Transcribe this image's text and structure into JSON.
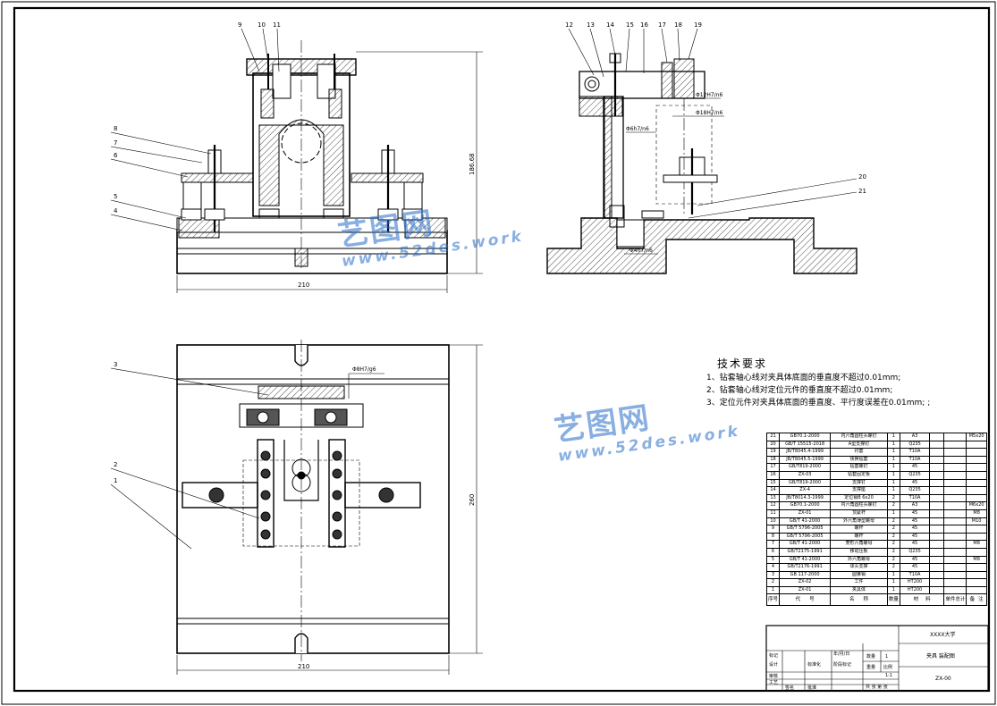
{
  "drawing": {
    "balloons": {
      "front_view": [
        "9",
        "10",
        "11",
        "8",
        "7",
        "6",
        "5",
        "4"
      ],
      "side_view": [
        "12",
        "13",
        "14",
        "15",
        "16",
        "17",
        "18",
        "19",
        "20",
        "21"
      ],
      "top_view": [
        "3",
        "2",
        "1"
      ]
    },
    "dimensions": {
      "front_width": "210",
      "front_height": "186.68",
      "top_width": "210",
      "top_height": "260",
      "fit_12": "Φ12H7/n6",
      "fit_18": "Φ18H7/n6",
      "fit_6": "Φ6h7/n6",
      "fit_4": "Φ4h7/n6",
      "fit_8": "Φ8H7/g6"
    }
  },
  "technical_requirements": {
    "title": "技术要求",
    "items": [
      "1、钻套轴心线对夹具体底面的垂直度不超过0.01mm;",
      "2、钻套轴心线对定位元件的垂直度不超过0.01mm;",
      "3、定位元件对夹具体底面的垂直度、平行度误差在0.01mm; ;"
    ]
  },
  "watermarks": [
    {
      "cn": "艺图网",
      "en": "www.52des.work"
    },
    {
      "cn": "艺图网",
      "en": "www.52des.work"
    }
  ],
  "parts_list": {
    "rows": [
      [
        "21",
        "GB70.1-2000",
        "内六角圆柱头螺钉",
        "1",
        "A3",
        "",
        "M5x20"
      ],
      [
        "20",
        "GB/T 15515-2018",
        "A型支撑钉",
        "1",
        "Q235",
        "",
        ""
      ],
      [
        "19",
        "JB/T8045.4-1999",
        "衬套",
        "1",
        "T10A",
        "",
        ""
      ],
      [
        "18",
        "JB/T8045.5-1999",
        "快换钻套",
        "1",
        "T10A",
        "",
        ""
      ],
      [
        "17",
        "GB/T819-2000",
        "钻套螺钉",
        "1",
        "45",
        "",
        ""
      ],
      [
        "16",
        "ZX-03",
        "钻套固定板",
        "1",
        "Q235",
        "",
        ""
      ],
      [
        "15",
        "GB/T819-2000",
        "支撑钉",
        "1",
        "45",
        "",
        ""
      ],
      [
        "14",
        "ZX-4",
        "支撑座",
        "1",
        "Q235",
        "",
        ""
      ],
      [
        "13",
        "JB/T8014.3-1999",
        "定位销B 6x20",
        "2",
        "T10A",
        "",
        ""
      ],
      [
        "12",
        "GB70.1-2000",
        "内六角圆柱头螺钉",
        "2",
        "A3",
        "",
        "M6x20"
      ],
      [
        "11",
        "ZX-01",
        "顶紧杆",
        "1",
        "45",
        "",
        "M8"
      ],
      [
        "10",
        "GB/T 41-2000",
        "外六角薄型螺母",
        "2",
        "45",
        "",
        "M10"
      ],
      [
        "9",
        "GB/T 5796-2005",
        "螺杆",
        "2",
        "45",
        "",
        ""
      ],
      [
        "8",
        "GB/T 5796-2005",
        "螺杆",
        "2",
        "45",
        "",
        ""
      ],
      [
        "7",
        "GB/T 41-2000",
        "菱形六角螺母",
        "2",
        "45",
        "",
        "M8"
      ],
      [
        "6",
        "GB/T2175-1991",
        "移动压板",
        "2",
        "Q235",
        "",
        ""
      ],
      [
        "5",
        "GB/T 41-2000",
        "外六角螺母",
        "2",
        "45",
        "",
        "M8"
      ],
      [
        "4",
        "GB/T2176-1991",
        "球头支撑",
        "2",
        "45",
        "",
        ""
      ],
      [
        "3",
        "GB 117-2000",
        "圆锥销",
        "1",
        "T10A",
        "",
        ""
      ],
      [
        "2",
        "ZX-02",
        "工件",
        "1",
        "HT200",
        "",
        ""
      ],
      [
        "1",
        "ZX-01",
        "夹具体",
        "1",
        "HT200",
        "",
        ""
      ]
    ],
    "header": [
      "序号",
      "代",
      "号",
      "名",
      "称",
      "数量",
      "材",
      "料",
      "单件",
      "总计",
      "备",
      "注"
    ],
    "header_weight": "重 量"
  },
  "title_block": {
    "university": "XXXX大学",
    "drawing_name": "夹具 装配图",
    "drawing_number": "ZX-00",
    "quantity_label": "数量",
    "quantity": "1",
    "scale_label": "比例",
    "scale": "1:1",
    "weight_label": "重量",
    "stage_label": "阶段标记",
    "sheets_label": "共  张   第  张",
    "design_label": "设计",
    "review_label": "审核",
    "process_label": "工艺",
    "approve_label": "批准",
    "standard_label": "标准化",
    "sign_label": "签名",
    "date_label": "年/月/日",
    "mark_label": "标记"
  }
}
